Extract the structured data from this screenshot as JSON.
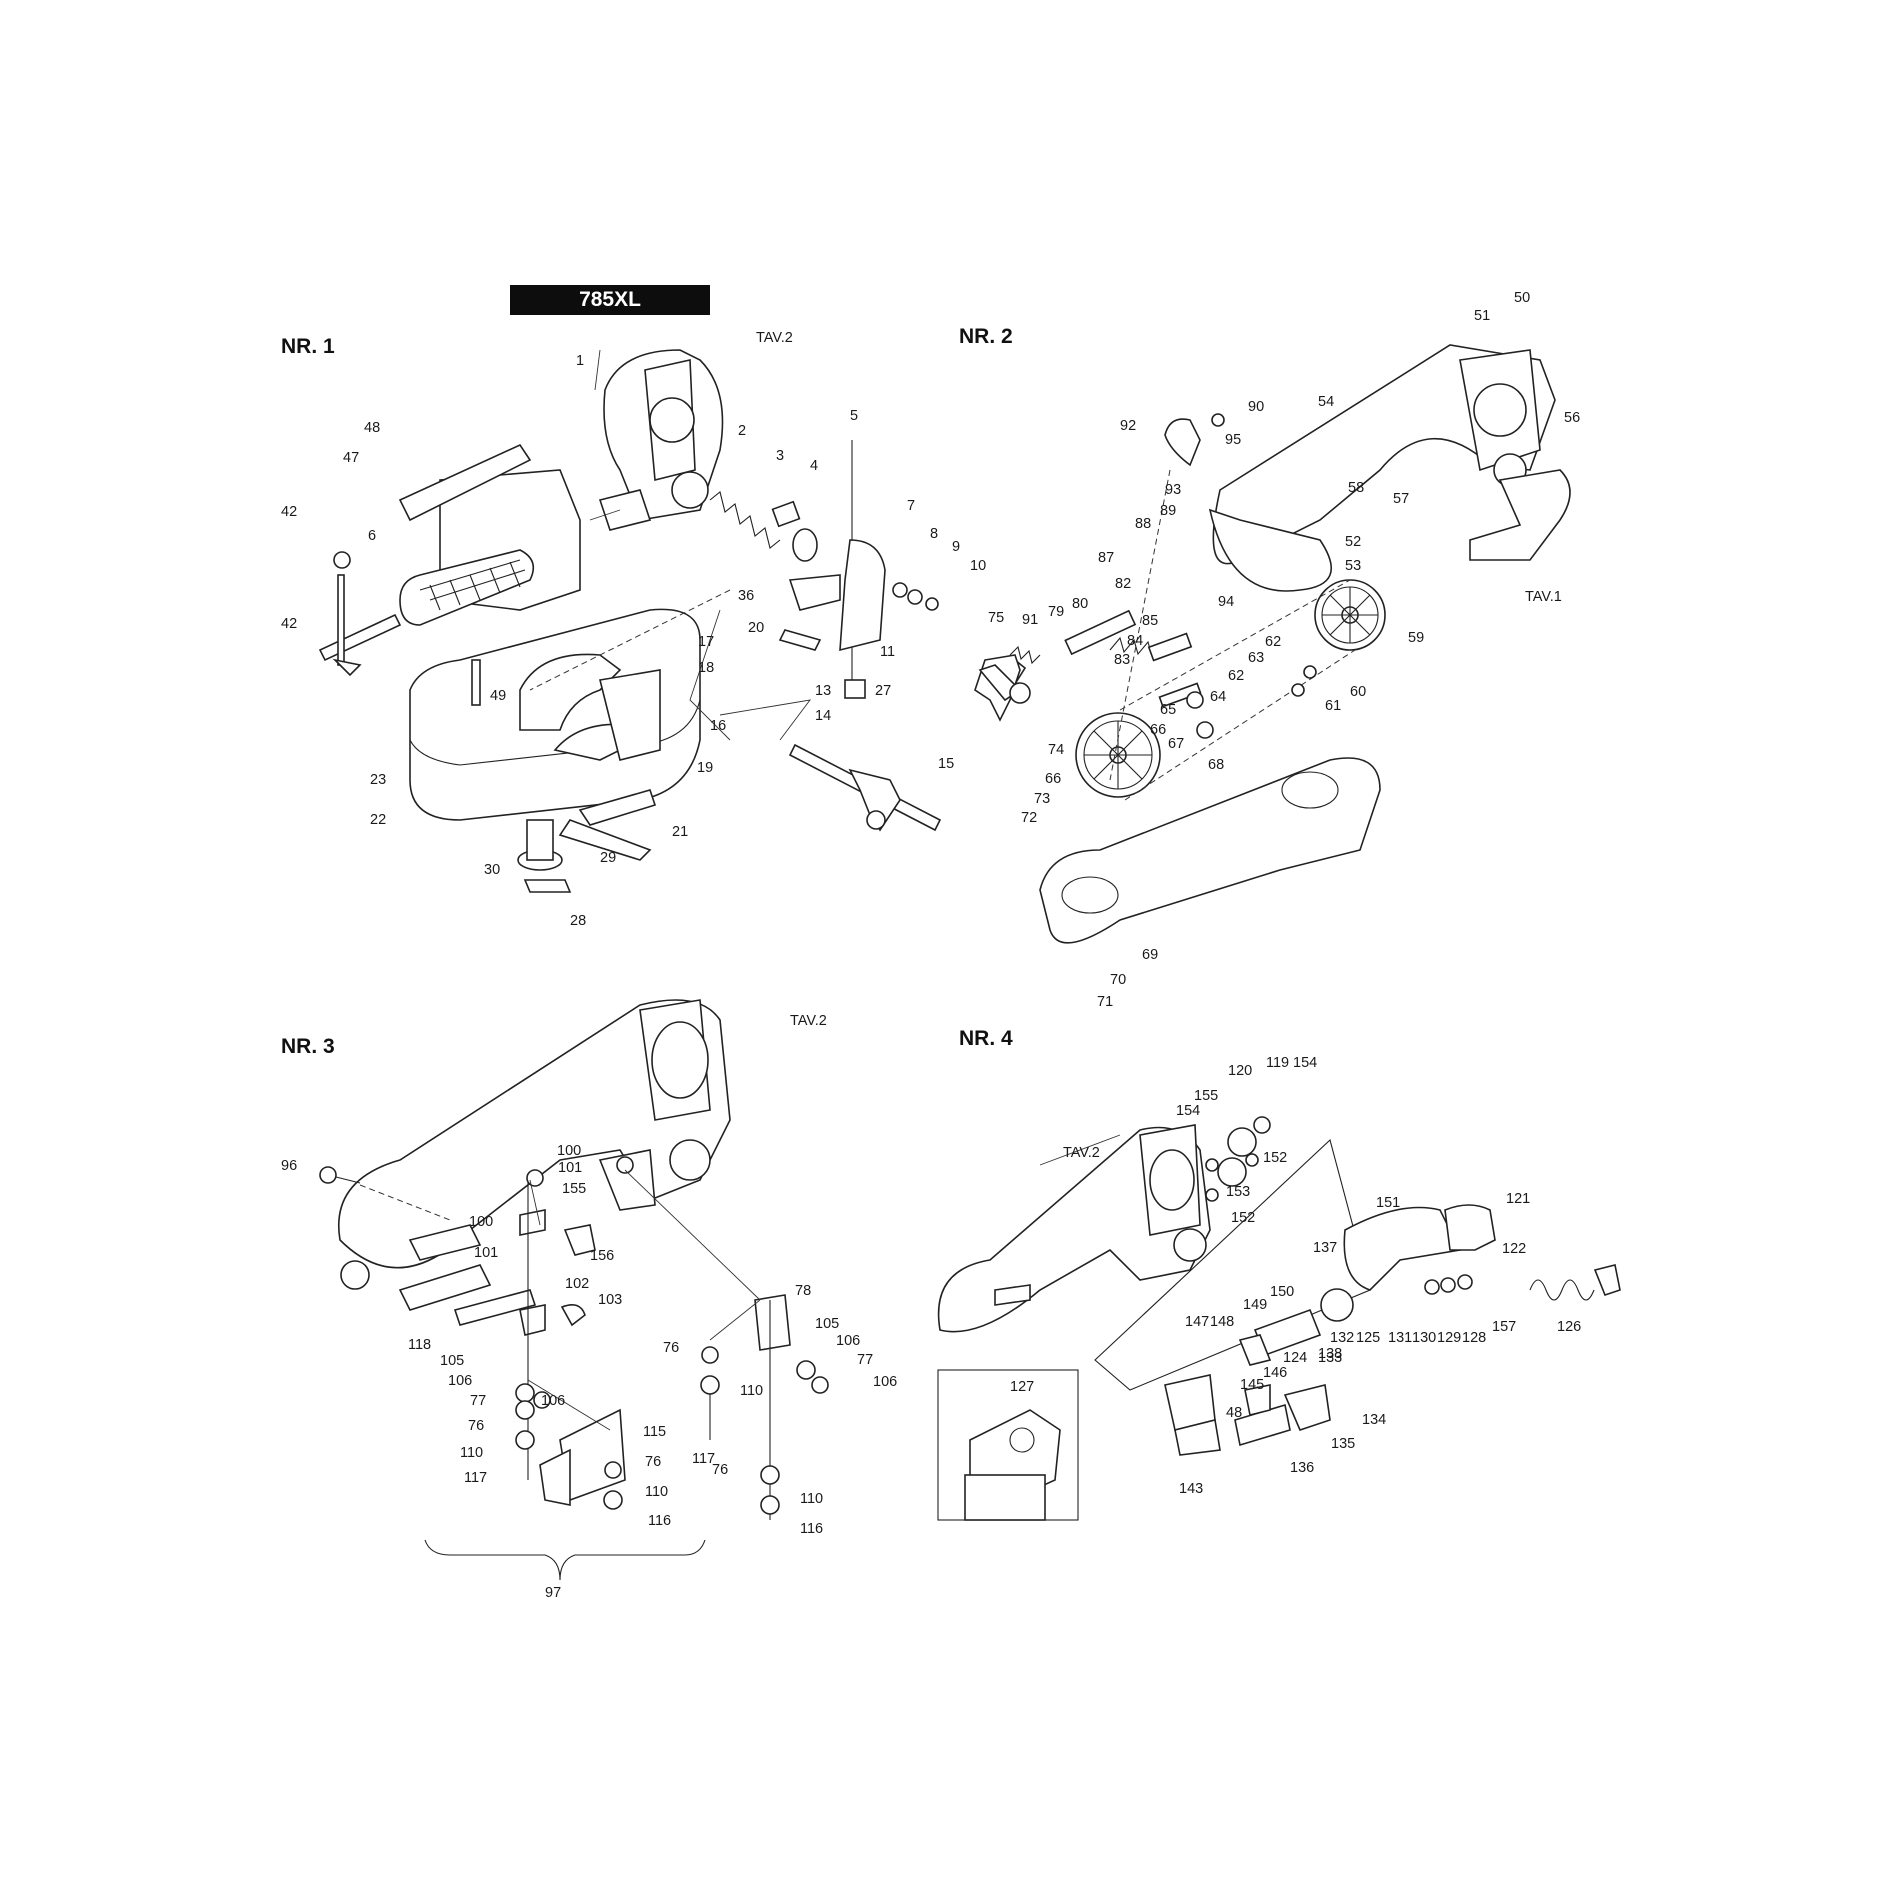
{
  "title": "785XL",
  "panels": [
    {
      "label": "NR. 1",
      "ref": "TAV.2",
      "callouts": [
        "1",
        "2",
        "3",
        "4",
        "5",
        "7",
        "8",
        "9",
        "10",
        "36",
        "20",
        "11",
        "17",
        "18",
        "16",
        "13",
        "27",
        "14",
        "15",
        "19",
        "48",
        "47",
        "42",
        "6",
        "42",
        "49",
        "23",
        "22",
        "29",
        "21",
        "30",
        "28"
      ]
    },
    {
      "label": "NR. 2",
      "ref": "TAV.1",
      "callouts": [
        "50",
        "51",
        "56",
        "54",
        "90",
        "92",
        "95",
        "58",
        "57",
        "93",
        "89",
        "88",
        "52",
        "53",
        "87",
        "94",
        "75",
        "91",
        "79",
        "80",
        "82",
        "85",
        "84",
        "83",
        "63",
        "62",
        "62",
        "64",
        "65",
        "66",
        "67",
        "59",
        "60",
        "61",
        "74",
        "66",
        "73",
        "72",
        "68",
        "69",
        "70",
        "71"
      ]
    },
    {
      "label": "NR. 3",
      "ref": "TAV.2",
      "callouts": [
        "96",
        "100",
        "101",
        "155",
        "100",
        "101",
        "156",
        "118",
        "102",
        "103",
        "78",
        "105",
        "106",
        "77",
        "106",
        "76",
        "110",
        "117",
        "105",
        "106",
        "77",
        "76",
        "110",
        "106",
        "117",
        "115",
        "76",
        "110",
        "116",
        "76",
        "110",
        "116",
        "97"
      ]
    },
    {
      "label": "NR. 4",
      "ref": "TAV.2",
      "callouts": [
        "120",
        "119",
        "154",
        "155",
        "154",
        "152",
        "153",
        "152",
        "121",
        "151",
        "122",
        "137",
        "150",
        "149",
        "147",
        "148",
        "132",
        "125",
        "138",
        "131",
        "130",
        "129",
        "128",
        "157",
        "126",
        "124",
        "133",
        "145",
        "146",
        "48",
        "134",
        "135",
        "136",
        "143",
        "127"
      ]
    }
  ]
}
